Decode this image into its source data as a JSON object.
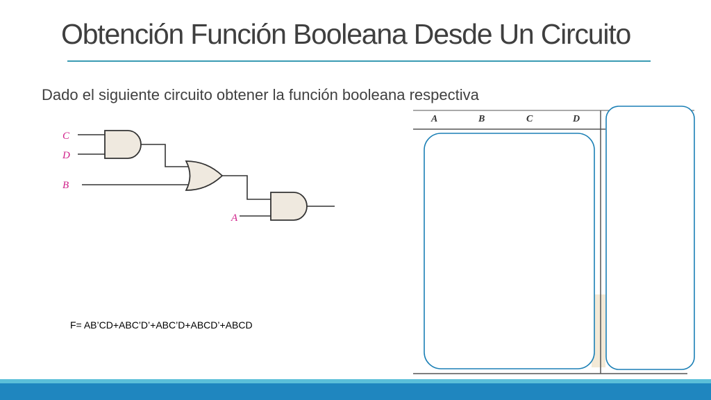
{
  "slide": {
    "title": "Obtención Función Booleana Desde Un Circuito",
    "subtitle": "Dado el siguiente circuito obtener la función booleana respectiva",
    "formula": "F= AB’CD+ABC’D’+ABC’D+ABCD’+ABCD"
  },
  "circuit": {
    "inputs": [
      "C",
      "D",
      "B",
      "A"
    ],
    "gates": [
      "AND",
      "OR",
      "AND"
    ]
  },
  "truth_table": {
    "columns": [
      "A",
      "B",
      "C",
      "D"
    ]
  },
  "colors": {
    "accent_rule": "#3a9bb3",
    "footer": "#1f86bf",
    "footer_light": "#5bbfd9",
    "input_label": "#d0208a",
    "gate_fill": "#efe9df",
    "highlight_box": "#1a7fb5"
  }
}
